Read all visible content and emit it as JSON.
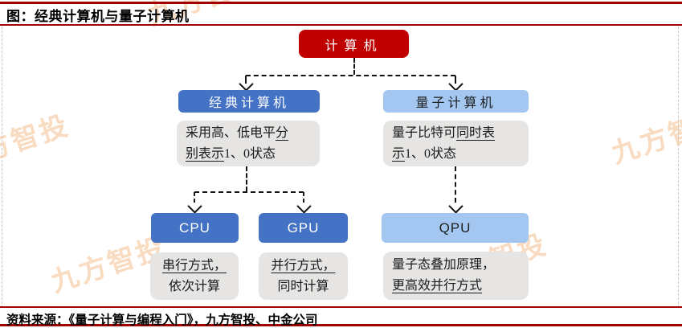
{
  "header": {
    "title": "图：经典计算机与量子计算机"
  },
  "footer": {
    "source": "资料来源：《量子计算与编程入门》，九方智投、中金公司"
  },
  "watermark": {
    "text": "九方智投"
  },
  "colors": {
    "rule_red": "#A00000",
    "node_red": "#C00000",
    "node_blue": "#4472C4",
    "node_light_blue": "#A3C7F0",
    "desc_gray": "#E6E5E3",
    "watermark_peach": "#F2BE8C"
  },
  "chart_data": {
    "type": "flowchart",
    "root": {
      "label": "计算机"
    },
    "branches": {
      "classic": {
        "label": "经典计算机",
        "desc": {
          "l1_normal": "采用高、低电平",
          "l1_underline": "分",
          "l2_underline": "别表示",
          "l2_normal": "1、0状态"
        },
        "children": {
          "cpu": {
            "label": "CPU",
            "desc_l1_underline": "串行方式，",
            "desc_l2": "依次计算"
          },
          "gpu": {
            "label": "GPU",
            "desc_l1_underline": "并行方式，",
            "desc_l2": "同时计算"
          }
        }
      },
      "quantum": {
        "label": "量子计算机",
        "desc": {
          "l1_normal": "量子比特可",
          "l1_underline": "同时表",
          "l2_underline": "示",
          "l2_normal": "1、0状态"
        },
        "children": {
          "qpu": {
            "label": "QPU",
            "desc_l1": "量子态叠加原理，",
            "desc_l2_underline": "更高效并行方式"
          }
        }
      }
    }
  }
}
